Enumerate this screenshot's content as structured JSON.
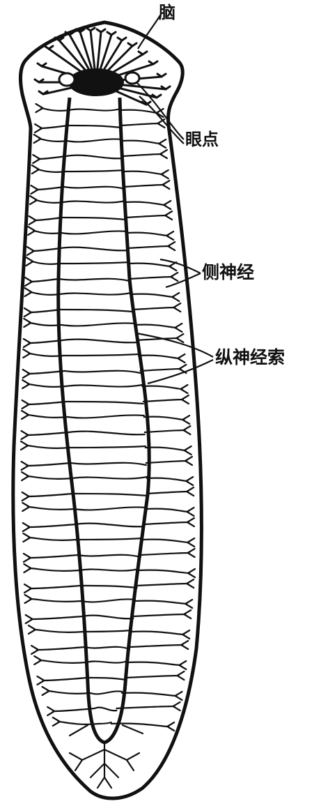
{
  "labels": {
    "brain": "脑",
    "eyespot": "眼点",
    "lateral_nerve": "侧神经",
    "longitudinal_cord": "纵神经索"
  },
  "colors": {
    "ink": "#111111",
    "background": "#ffffff"
  }
}
